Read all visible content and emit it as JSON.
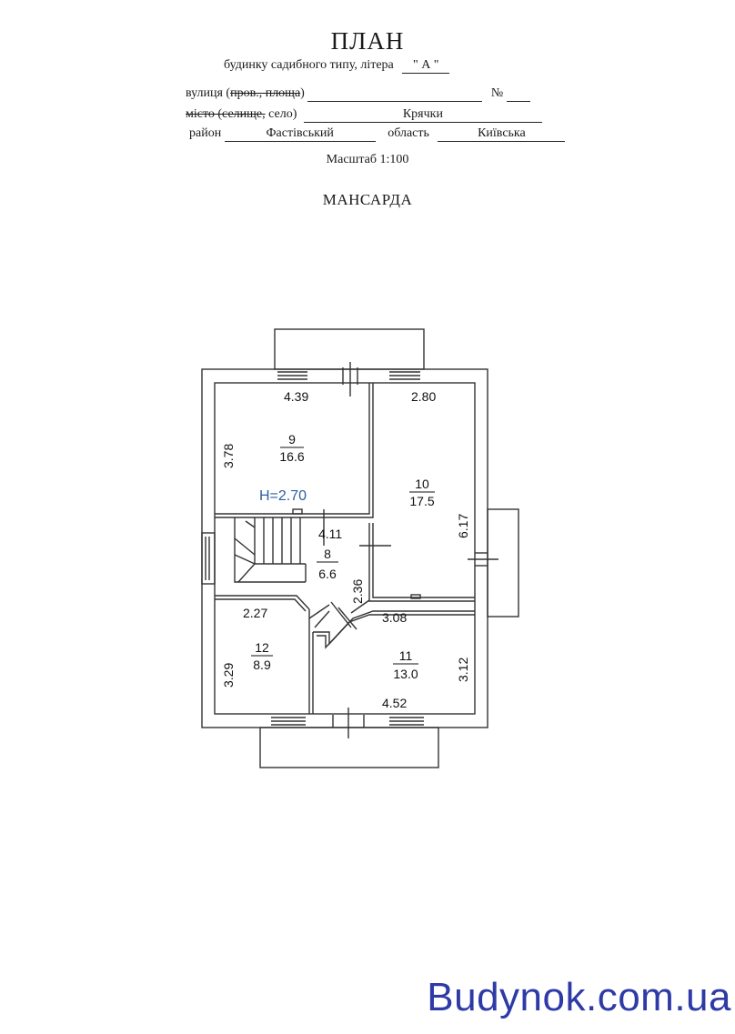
{
  "header": {
    "title": "ПЛАН",
    "subtitle_prefix": "будинку садибного типу, літера",
    "litera": "\" А \"",
    "street_label_a": "вулиця (",
    "street_label_strike": "пров., площа",
    "street_label_b": ")",
    "number_label": "№",
    "city_label_strike": "місто (селище,",
    "city_label_b": " село)",
    "village": "Крячки",
    "district_label": "район",
    "district": "Фастівський",
    "region_label": "область",
    "region": "Київська",
    "scale": "Масштаб 1:100",
    "floor": "МАНСАРДА"
  },
  "rooms": [
    {
      "number": "9",
      "area": "16.6"
    },
    {
      "number": "10",
      "area": "17.5"
    },
    {
      "number": "8",
      "area": "6.6"
    },
    {
      "number": "12",
      "area": "8.9"
    },
    {
      "number": "11",
      "area": "13.0"
    }
  ],
  "dimensions": {
    "d439": "4.39",
    "d280": "2.80",
    "d378": "3.78",
    "d617": "6.17",
    "d411": "4.11",
    "d236": "2.36",
    "d227": "2.27",
    "d308": "3.08",
    "d329": "3.29",
    "d312": "3.12",
    "d452": "4.52"
  },
  "height_label": "H=2.70",
  "brand": "Budynok.com.ua",
  "colors": {
    "brand": "#2e3aa6",
    "height": "#2b5fa0",
    "lines": "#333333"
  }
}
